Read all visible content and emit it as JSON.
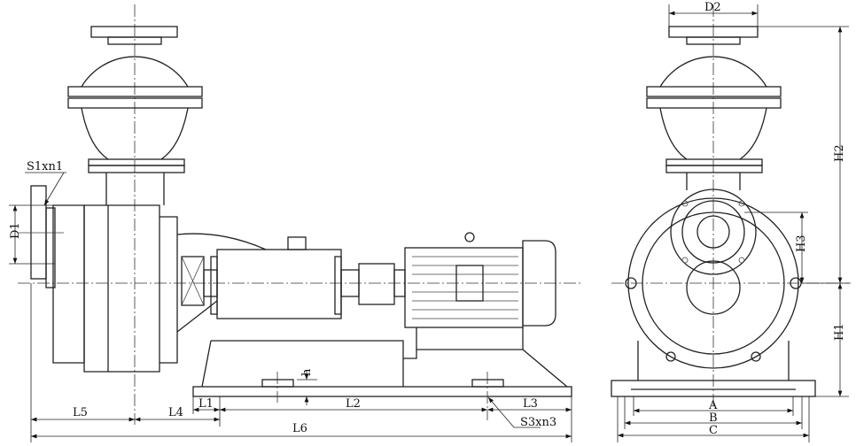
{
  "title": "Pump unit outline dimension drawing",
  "side_view_labels": {
    "flange_bolts": "S1xn1",
    "inlet_diameter": "D1",
    "base_bolts": "S3xn3",
    "h": "h",
    "L1": "L1",
    "L2": "L2",
    "L3": "L3",
    "L4": "L4",
    "L5": "L5",
    "L6": "L6"
  },
  "front_view_labels": {
    "outlet_diameter": "D2",
    "H1": "H1",
    "H2": "H2",
    "H3": "H3",
    "A": "A",
    "B": "B",
    "C": "C"
  }
}
